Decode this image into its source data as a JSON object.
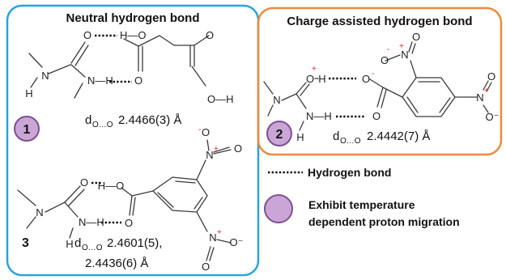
{
  "panels": {
    "neutral": {
      "title": "Neutral hydrogen bond",
      "border_color": "#2aa3d8"
    },
    "charge": {
      "title": "Charge assisted hydrogen bond",
      "border_color": "#ee8a3c"
    }
  },
  "compounds": [
    {
      "number": "1",
      "distance_label": "d",
      "subscript": "O…O",
      "distance": "2.4466(3) Å"
    },
    {
      "number": "2",
      "distance_label": "d",
      "subscript": "O…O",
      "distance": "2.4442(7) Å"
    },
    {
      "number": "3",
      "distance_label": "d",
      "subscript": "O…O",
      "distance": "2.4601(5),",
      "distance_line2": "2.4436(6) Å"
    }
  ],
  "atoms": {
    "N": "N",
    "O": "O",
    "H": "H",
    "OH": "O—H",
    "HO": "H—O",
    "NH": "N—H",
    "Ominus": "O⁻",
    "plus": "+",
    "minus": "-"
  },
  "legend": {
    "hbond_label": "Hydrogen bond",
    "migration_line1": "Exhibit  temperature",
    "migration_line2": "dependent proton migration"
  },
  "colors": {
    "circle_fill": "#c9a6d6",
    "circle_stroke": "#7c4f93",
    "charge_red": "#e0201c"
  }
}
